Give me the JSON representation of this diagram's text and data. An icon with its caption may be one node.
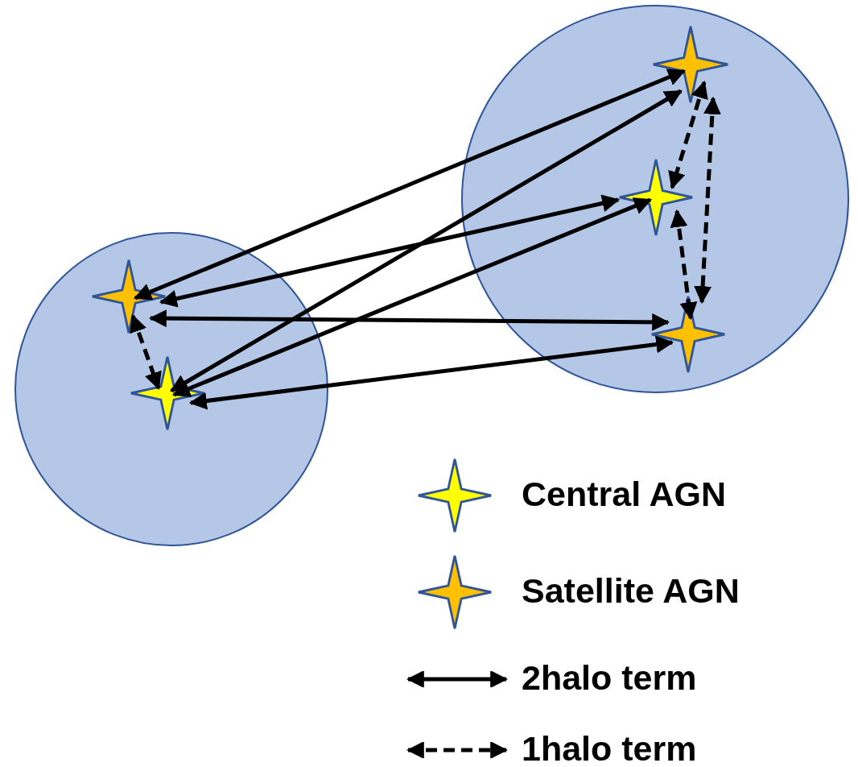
{
  "diagram": {
    "nodes": [
      {
        "text": [],
        "shape": "circle"
      },
      {
        "text": [],
        "shape": "circle"
      },
      {
        "text": [],
        "shape": "star",
        "in": 0
      },
      {
        "text": [],
        "shape": "star",
        "in": 0
      },
      {
        "text": [],
        "shape": "star",
        "in": 1
      },
      {
        "text": [],
        "shape": "star",
        "in": 1
      },
      {
        "text": [],
        "shape": "star",
        "in": 1
      }
    ],
    "edges": [
      {
        "from": 4,
        "to": 2,
        "arrow": "both"
      },
      {
        "from": 4,
        "to": 3,
        "arrow": "both"
      },
      {
        "from": 5,
        "to": 2,
        "arrow": "both"
      },
      {
        "from": 5,
        "to": 3,
        "arrow": "both"
      },
      {
        "from": 6,
        "to": 2,
        "arrow": "both"
      },
      {
        "from": 6,
        "to": 3,
        "arrow": "both"
      },
      {
        "from": 2,
        "to": 3,
        "arrow": "both",
        "style": "dashed"
      },
      {
        "from": 4,
        "to": 5,
        "arrow": "both",
        "style": "dashed"
      },
      {
        "from": 4,
        "to": 6,
        "arrow": "both",
        "style": "dashed"
      },
      {
        "from": 5,
        "to": 6,
        "arrow": "both",
        "style": "dashed"
      }
    ],
    "legend": [
      {
        "text": "Central AGN"
      },
      {
        "text": "Satellite AGN"
      },
      {
        "text": "2halo term"
      },
      {
        "text": "1halo term"
      }
    ]
  }
}
